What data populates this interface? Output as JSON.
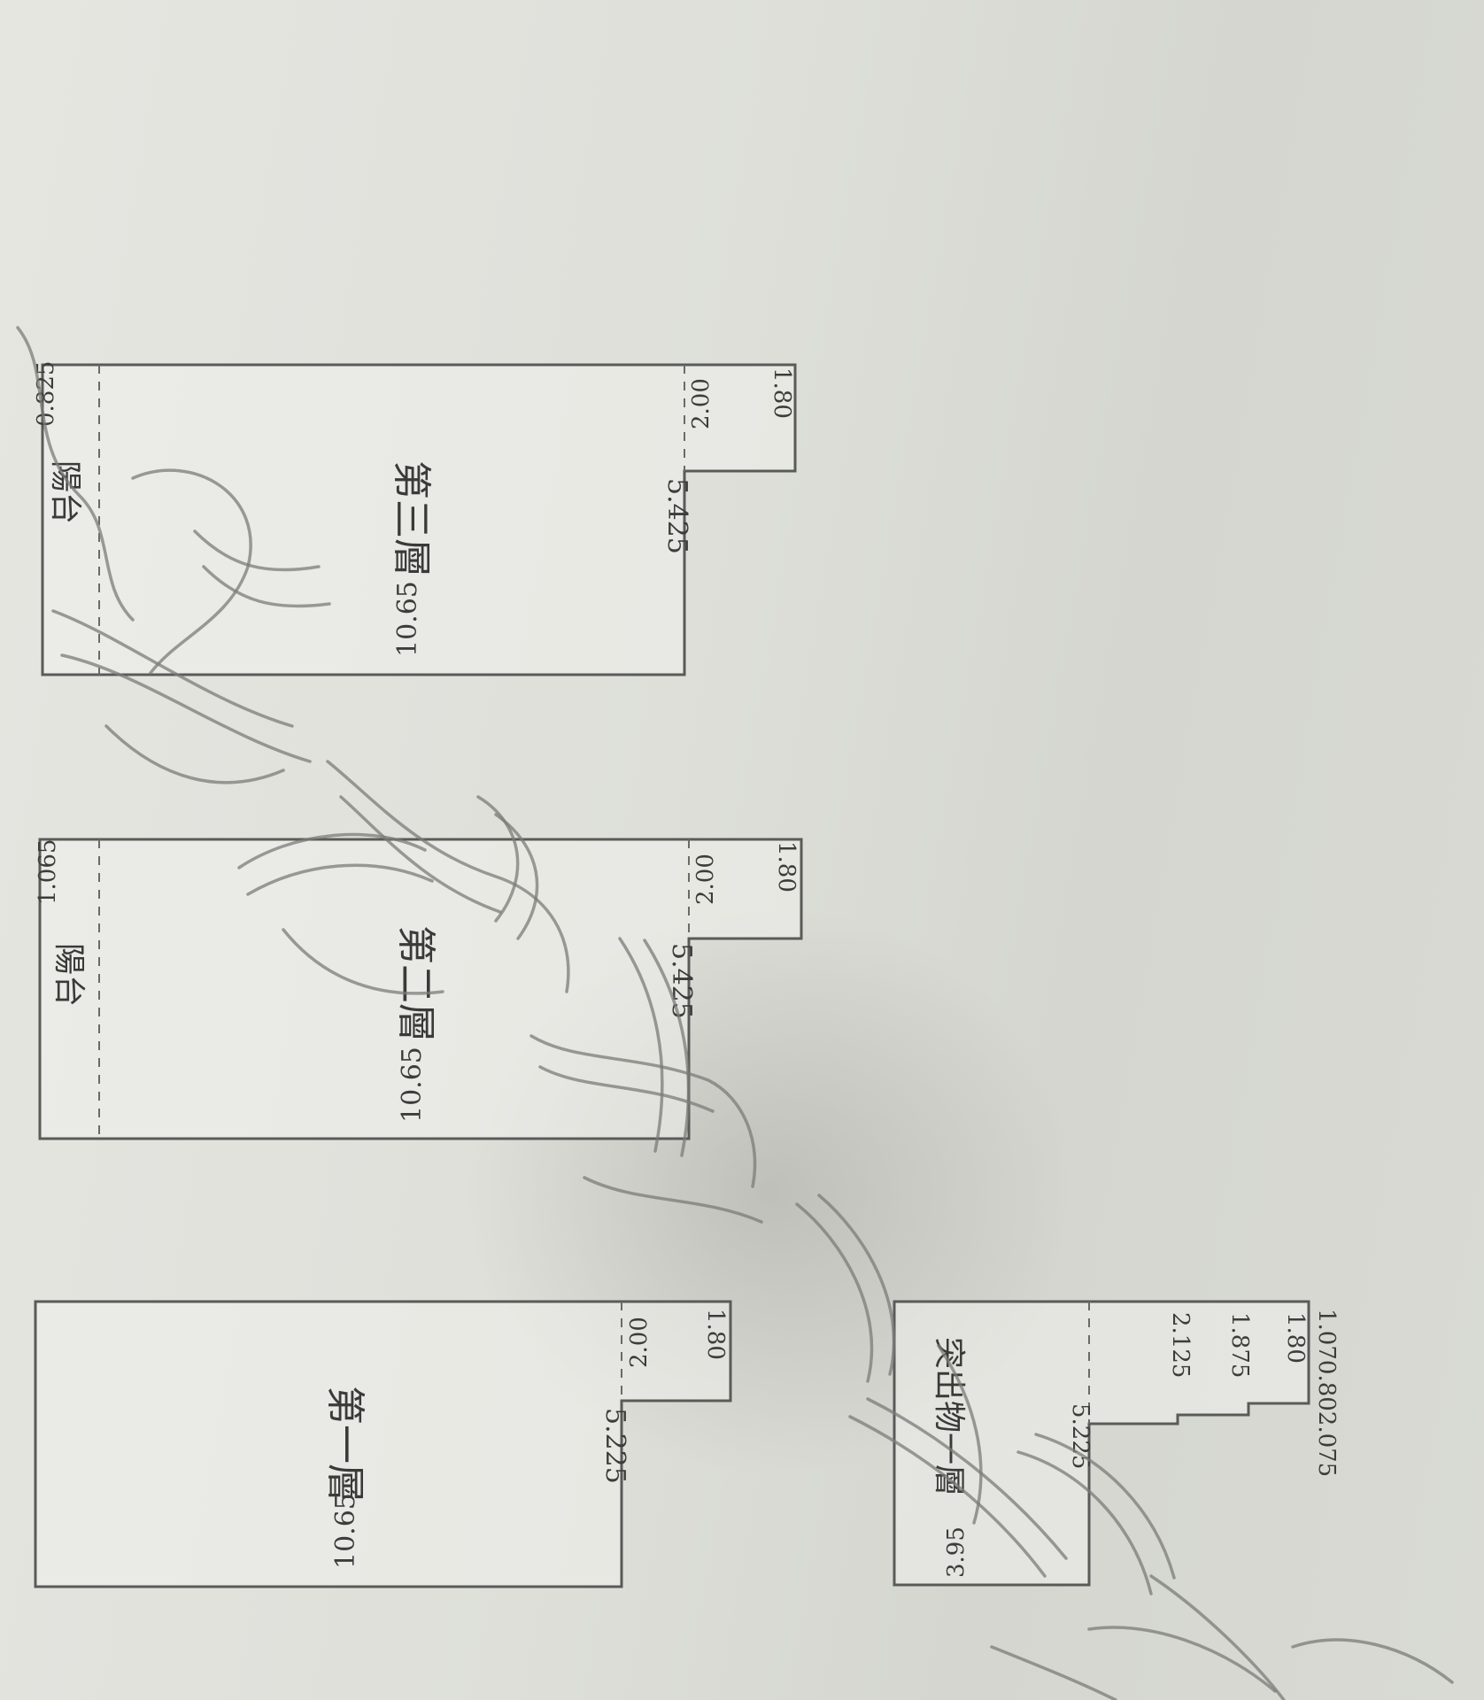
{
  "plans": {
    "floor3": {
      "name": "第三層",
      "balcony": "陽台",
      "dim_length": "10.65",
      "dim_width": "5.425",
      "dim_balcony": "0.825",
      "dim_step_a": "1.80",
      "dim_step_b": "2.00"
    },
    "floor2": {
      "name": "第二層",
      "balcony": "陽台",
      "dim_length": "10.65",
      "dim_width": "5.425",
      "dim_balcony": "1.065",
      "dim_step_a": "1.80",
      "dim_step_b": "2.00"
    },
    "floor1": {
      "name": "第一層",
      "dim_length": "10.65",
      "dim_width": "5.225",
      "dim_step_a": "1.80",
      "dim_step_b": "2.00"
    },
    "roof1": {
      "name": "突出物一層",
      "dim_width": "5.225",
      "dim_a": "2.125",
      "dim_b": "1.875",
      "dim_c": "1.80",
      "dim_top": "1.070.802.075",
      "dim_small": "3.95"
    }
  },
  "colors": {
    "outline": "#5a5a58",
    "paper": "#e2e2dc",
    "watermark": "#7b7b78"
  }
}
